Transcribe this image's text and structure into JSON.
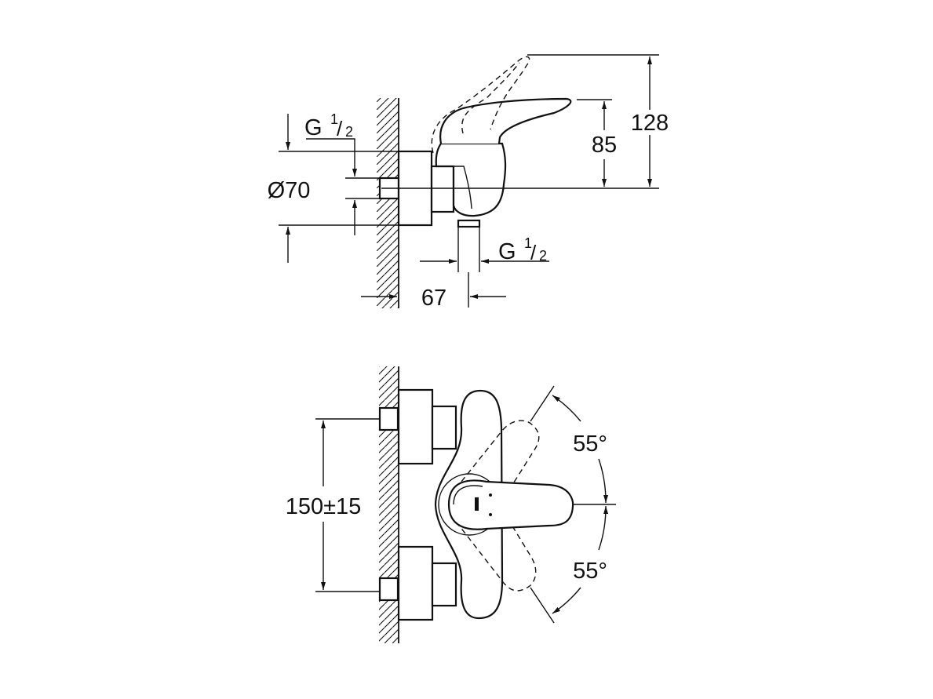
{
  "side_view": {
    "thread_top": {
      "base": "G",
      "num": "1",
      "den": "2"
    },
    "diameter": "Ø70",
    "height_total": "128",
    "height_lever": "85",
    "projection": "67",
    "thread_outlet": {
      "base": "G",
      "num": "1",
      "den": "2"
    }
  },
  "front_view": {
    "centre_distance": "150±15",
    "angle_up": "55°",
    "angle_down": "55°"
  }
}
